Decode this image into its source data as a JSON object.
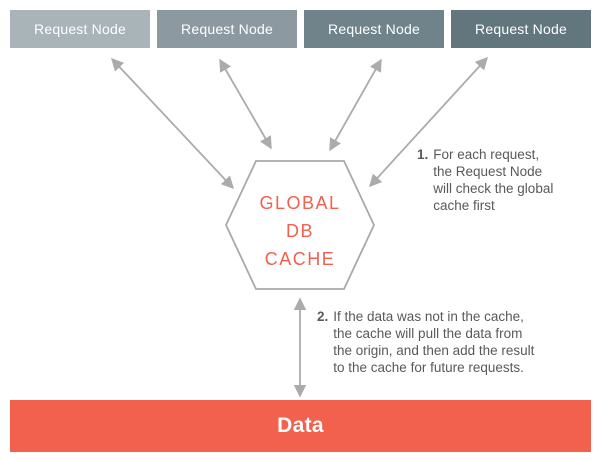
{
  "colors": {
    "accent": "#f2604e",
    "arrow": "#a9abad",
    "hex_border": "#a7a9ac",
    "annotation_text": "#58595b"
  },
  "diagram": {
    "request_nodes": [
      {
        "label": "Request Node",
        "color": "#a9b4b9"
      },
      {
        "label": "Request Node",
        "color": "#8d99a0"
      },
      {
        "label": "Request Node",
        "color": "#70838b"
      },
      {
        "label": "Request Node",
        "color": "#62767e"
      }
    ],
    "cache_hexagon": {
      "label": "GLOBAL\nDB\nCACHE"
    },
    "annotations": [
      {
        "number": "1.",
        "text": "For each request,\nthe Request Node\nwill check the global\ncache first"
      },
      {
        "number": "2.",
        "text": "If the data was not in the cache,\nthe cache will pull the data from\nthe origin, and then add the result\nto the cache for future requests."
      }
    ],
    "data_bar": {
      "label": "Data"
    }
  }
}
